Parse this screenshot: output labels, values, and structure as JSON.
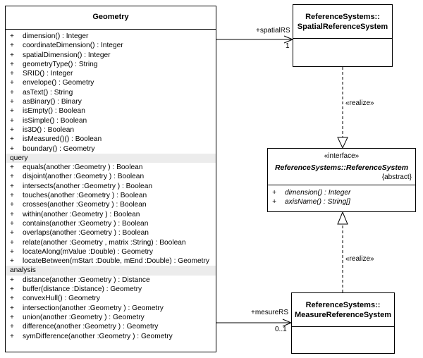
{
  "geometry": {
    "title": "Geometry",
    "core_ops": [
      {
        "vis": "+",
        "sig": "dimension() : Integer"
      },
      {
        "vis": "+",
        "sig": "coordinateDimension() : Integer"
      },
      {
        "vis": "+",
        "sig": "spatialDimension() : Integer"
      },
      {
        "vis": "+",
        "sig": "geometryType() : String"
      },
      {
        "vis": "+",
        "sig": "SRID() : Integer"
      },
      {
        "vis": "+",
        "sig": "envelope() : Geometry"
      },
      {
        "vis": "+",
        "sig": "asText() : String"
      },
      {
        "vis": "+",
        "sig": "asBinary() : Binary"
      },
      {
        "vis": "+",
        "sig": "isEmpty() : Boolean"
      },
      {
        "vis": "+",
        "sig": "isSimple() : Boolean"
      },
      {
        "vis": "+",
        "sig": "is3D() : Boolean"
      },
      {
        "vis": "+",
        "sig": "isMeasured()() : Boolean"
      },
      {
        "vis": "+",
        "sig": "boundary() : Geometry"
      }
    ],
    "query_label": "query",
    "query_ops": [
      {
        "vis": "+",
        "sig": "equals(another :Geometry ) : Boolean"
      },
      {
        "vis": "+",
        "sig": "disjoint(another :Geometry ) : Boolean"
      },
      {
        "vis": "+",
        "sig": "intersects(another :Geometry ) : Boolean"
      },
      {
        "vis": "+",
        "sig": "touches(another :Geometry ) : Boolean"
      },
      {
        "vis": "+",
        "sig": "crosses(another :Geometry ) : Boolean"
      },
      {
        "vis": "+",
        "sig": "within(another :Geometry ) : Boolean"
      },
      {
        "vis": "+",
        "sig": "contains(another :Geometry ) : Boolean"
      },
      {
        "vis": "+",
        "sig": "overlaps(another :Geometry ) : Boolean"
      },
      {
        "vis": "+",
        "sig": "relate(another :Geometry , matrix :String) : Boolean"
      },
      {
        "vis": "+",
        "sig": "locateAlong(mValue :Double) : Geometry"
      },
      {
        "vis": "+",
        "sig": "locateBetween(mStart :Double, mEnd :Double) : Geometry"
      }
    ],
    "analysis_label": "analysis",
    "analysis_ops": [
      {
        "vis": "+",
        "sig": "distance(another :Geometry ) : Distance"
      },
      {
        "vis": "+",
        "sig": "buffer(distance :Distance) : Geometry"
      },
      {
        "vis": "+",
        "sig": "convexHull() : Geometry"
      },
      {
        "vis": "+",
        "sig": "intersection(another :Geometry ) : Geometry"
      },
      {
        "vis": "+",
        "sig": "union(another :Geometry ) : Geometry"
      },
      {
        "vis": "+",
        "sig": "difference(another :Geometry ) : Geometry"
      },
      {
        "vis": "+",
        "sig": "symDifference(another :Geometry ) : Geometry"
      }
    ]
  },
  "spatial_rs": {
    "title_line1": "ReferenceSystems::",
    "title_line2": "SpatialReferenceSystem"
  },
  "reference_system": {
    "stereotype": "«interface»",
    "title": "ReferenceSystems::ReferenceSystem",
    "tag": "{abstract}",
    "ops": [
      {
        "vis": "+",
        "sig": "dimension() : Integer"
      },
      {
        "vis": "+",
        "sig": "axisName() : String[]"
      }
    ]
  },
  "measure_rs": {
    "title_line1": "ReferenceSystems::",
    "title_line2": "MeasureReferenceSystem"
  },
  "relations": {
    "spatial_role": "+spatialRS",
    "spatial_mult": "1",
    "measure_role": "+mesureRS",
    "measure_mult": "0..1",
    "realize_top": "«realize»",
    "realize_bottom": "«realize»"
  }
}
